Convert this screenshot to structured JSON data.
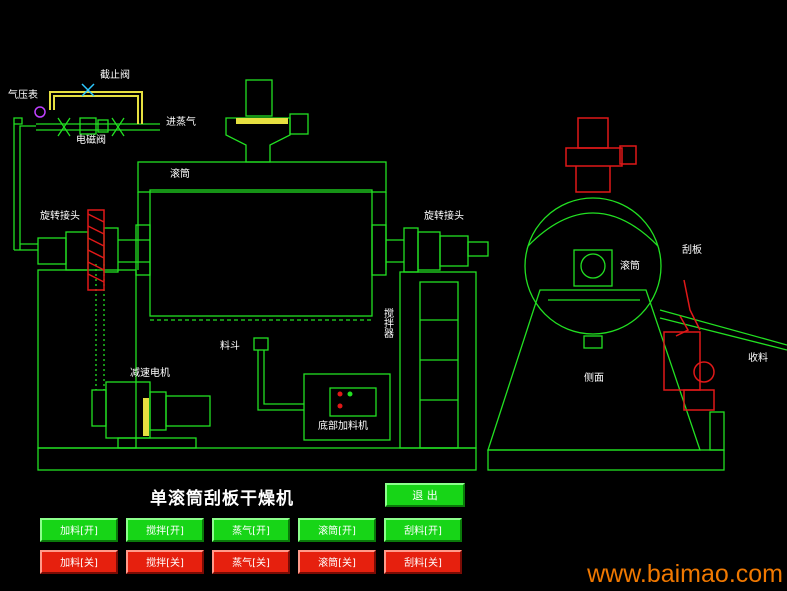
{
  "title": "单滚筒刮板干燥机",
  "exit_label": "退 出",
  "labels": {
    "pressure_gauge": "气压表",
    "stop_valve": "截止阀",
    "solenoid_valve": "电磁阀",
    "steam_inlet": "进蒸气",
    "drum_top": "滚筒",
    "rotary_joint_left": "旋转接头",
    "rotary_joint_right": "旋转接头",
    "hopper": "料斗",
    "stirrer": "搅拌器",
    "reducer_motor": "减速电机",
    "bottom_feeder": "底部加料机",
    "drum_side": "滚筒",
    "scraper": "刮板",
    "side_view": "侧面",
    "collect": "收料"
  },
  "buttons_on": [
    "加料[开]",
    "搅拌[开]",
    "蒸气[开]",
    "滚筒[开]",
    "刮料[开]"
  ],
  "buttons_off": [
    "加料[关]",
    "搅拌[关]",
    "蒸气[关]",
    "滚筒[关]",
    "刮料[关]"
  ],
  "watermark": "www.baimao.com",
  "colors": {
    "line": "#22e022",
    "pipe_yellow": "#e6e040",
    "active_red": "#e01818",
    "on_button": "#17d517",
    "off_button": "#e6200e"
  }
}
